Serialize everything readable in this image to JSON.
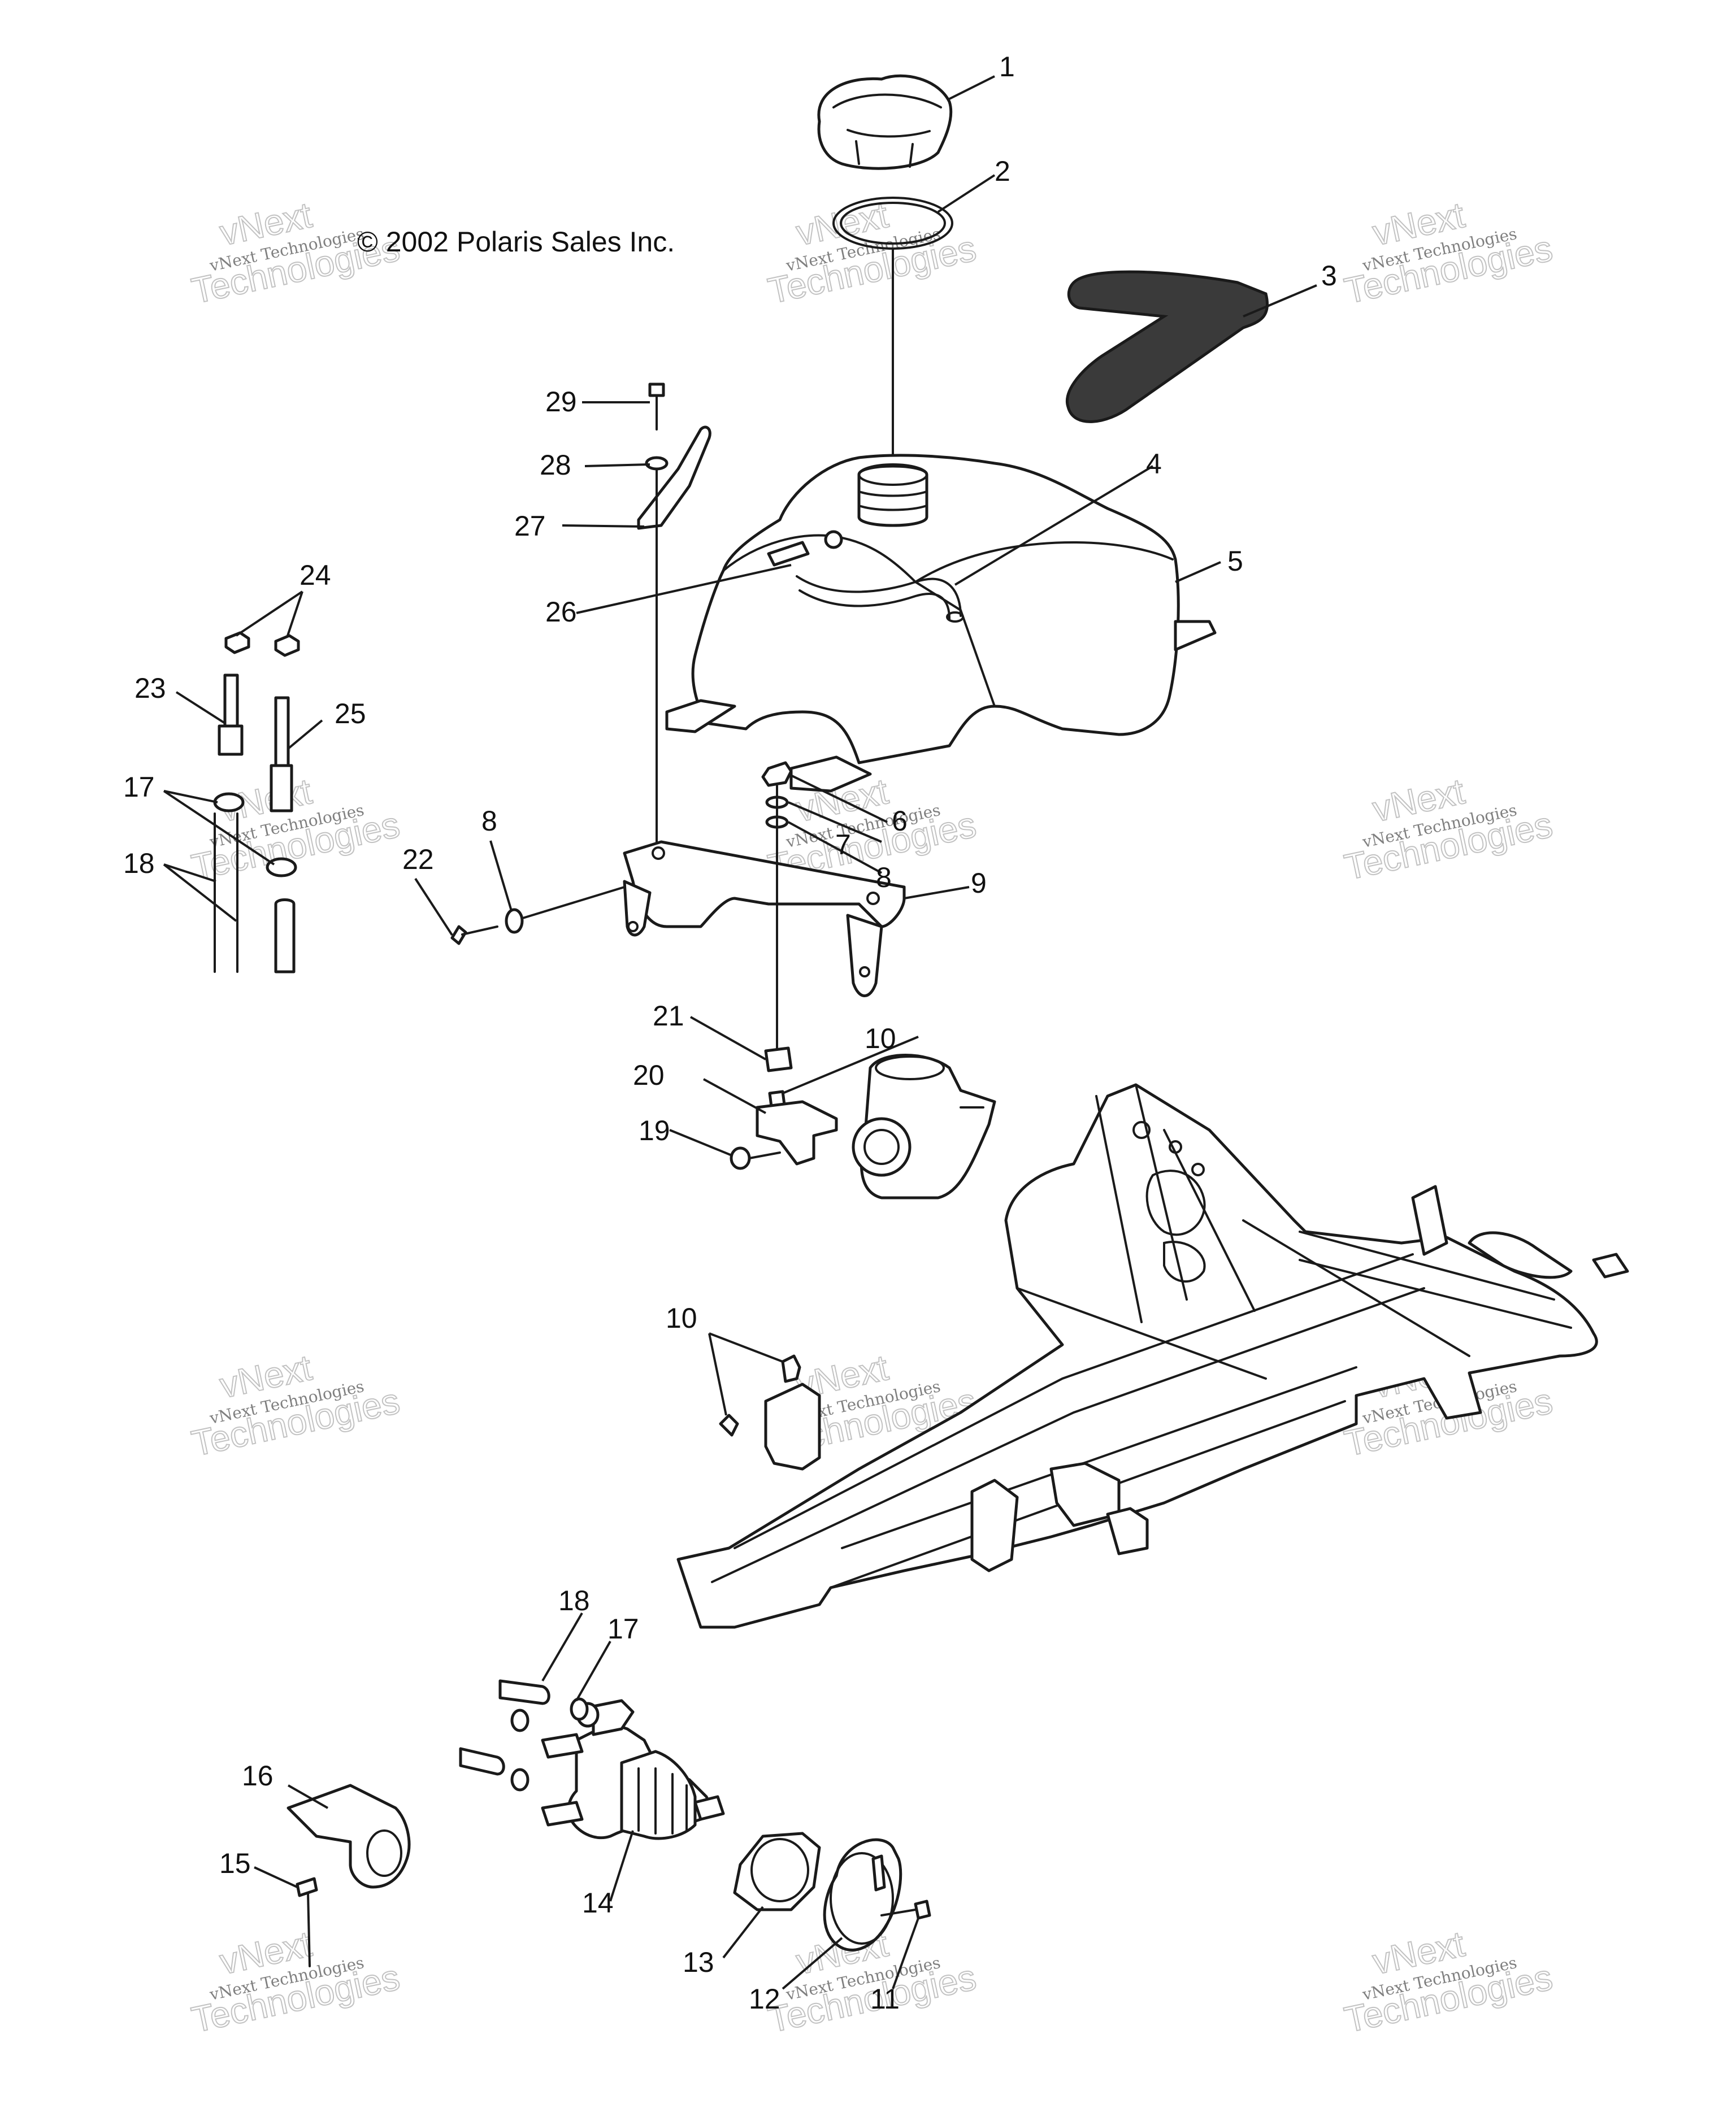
{
  "copyright": "© 2002 Polaris Sales Inc.",
  "watermark": {
    "line1": "vNext",
    "line2": "vNext Technologies",
    "line3": "Technologies"
  },
  "callouts": [
    "1",
    "2",
    "3",
    "4",
    "5",
    "6",
    "7",
    "8",
    "8",
    "9",
    "10",
    "10",
    "11",
    "12",
    "13",
    "14",
    "15",
    "16",
    "17",
    "17",
    "18",
    "18",
    "19",
    "20",
    "21",
    "22",
    "23",
    "24",
    "25",
    "26",
    "27",
    "28",
    "29"
  ],
  "parts": {
    "cap": "cap-icon",
    "gasket": "gasket-icon",
    "foam": "foam-pad-icon",
    "vent_hose": "vent-hose-icon",
    "tank": "fuel-tank-icon",
    "bracket": "mounting-bracket-icon",
    "carburetor": "carburetor-icon",
    "frame": "frame-icon",
    "fuel_valve": "fuel-valve-icon",
    "valve_knob": "valve-knob-icon",
    "valve_nut": "valve-nut-icon",
    "valve_bracket": "valve-bracket-icon"
  }
}
